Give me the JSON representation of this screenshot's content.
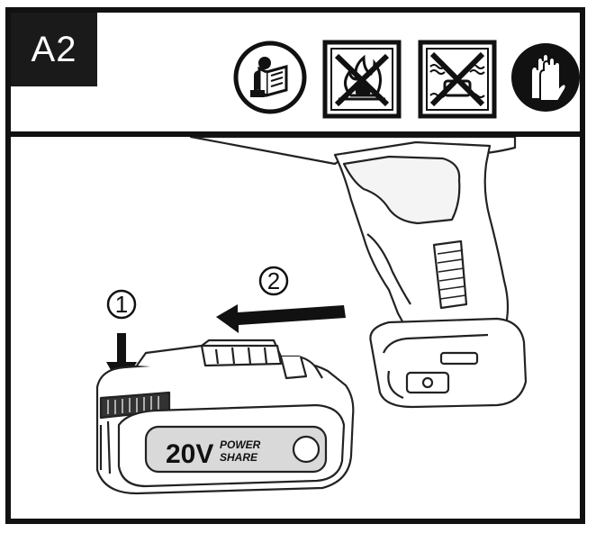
{
  "header": {
    "section_label": "A2",
    "icons": [
      "read-manual-icon",
      "no-fire-icon",
      "no-water-immersion-icon",
      "wear-gloves-icon"
    ]
  },
  "diagram": {
    "steps": [
      "1",
      "2"
    ],
    "battery_label": "20V",
    "battery_brand_line1": "POWER",
    "battery_brand_line2": "SHARE"
  }
}
